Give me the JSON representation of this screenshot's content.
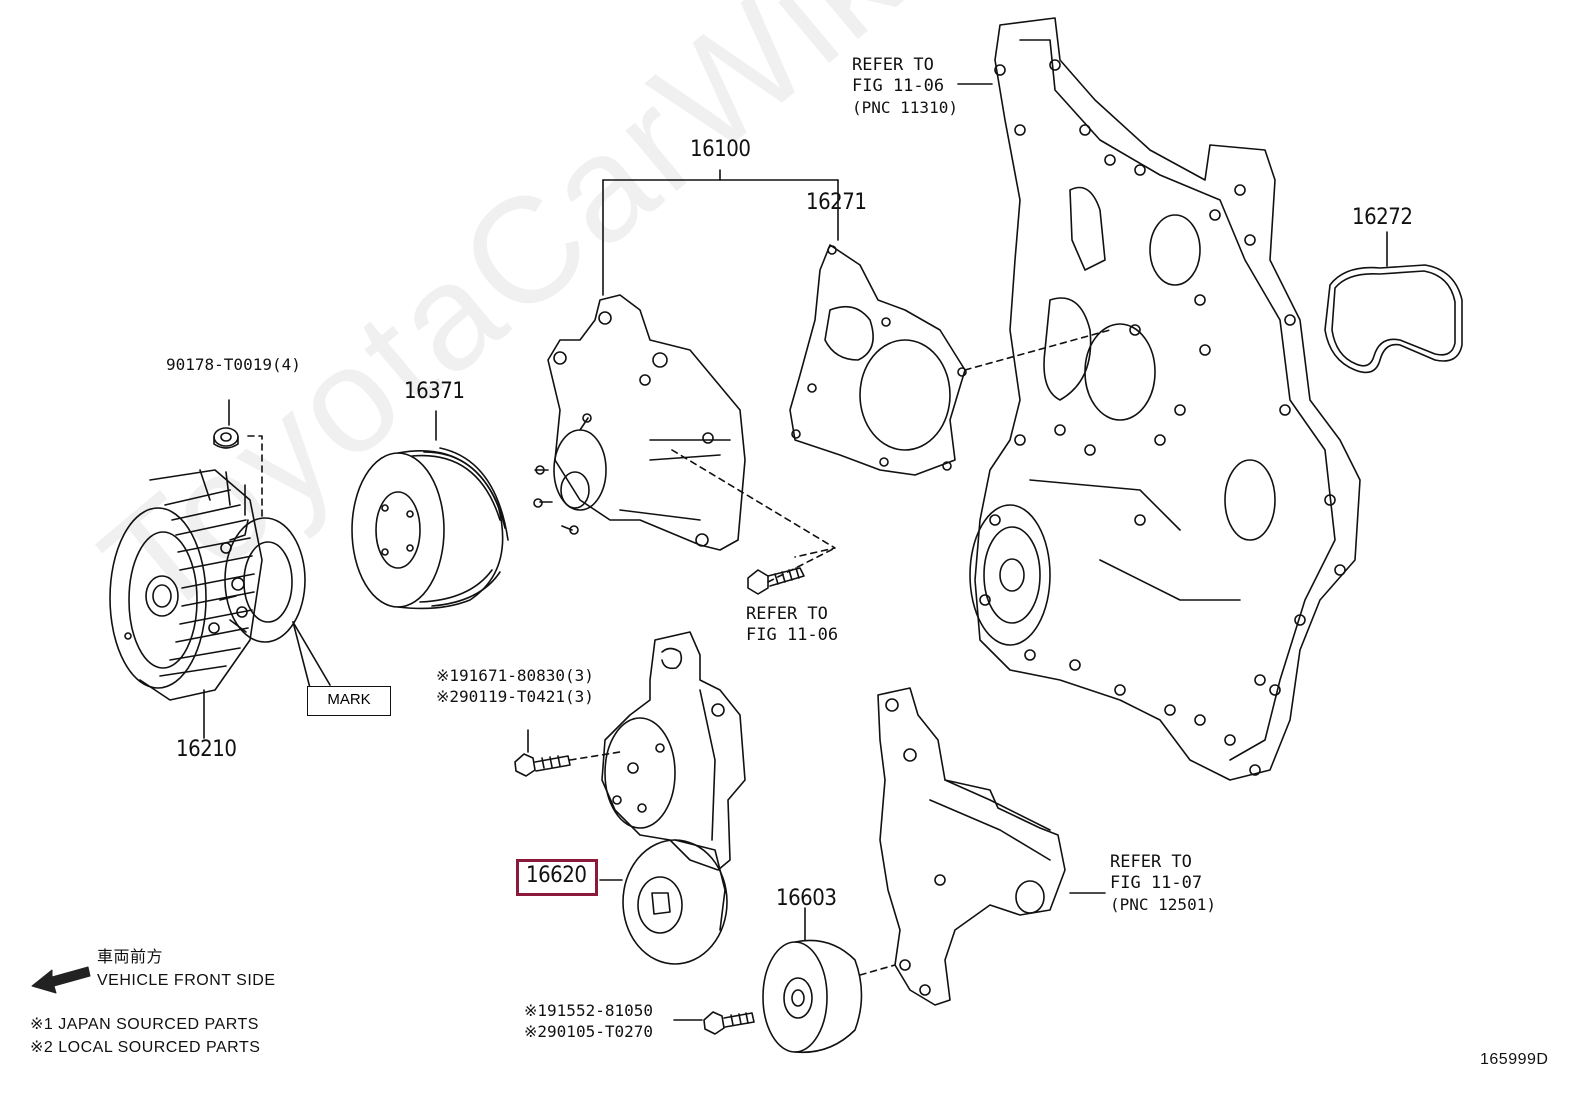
{
  "diagram_id": "165999D",
  "watermark": "ToyotaCarWiki.ru",
  "parts": {
    "p16100": "16100",
    "p16271": "16271",
    "p16272": "16272",
    "p16371": "16371",
    "p16210": "16210",
    "p16620": "16620",
    "p16603": "16603",
    "p90178": "90178-T0019(4)"
  },
  "refs": {
    "top": {
      "line1": "REFER TO",
      "line2": "FIG 11-06",
      "line3": "(PNC 11310)"
    },
    "mid": {
      "line1": "REFER TO",
      "line2": "FIG 11-06"
    },
    "right": {
      "line1": "REFER TO",
      "line2": "FIG 11-07",
      "line3": "(PNC 12501)"
    }
  },
  "bolts": {
    "upper1": "※191671-80830(3)",
    "upper2": "※290119-T0421(3)",
    "lower1": "※191552-81050",
    "lower2": "※290105-T0270"
  },
  "mark_label": "MARK",
  "legend": {
    "front_jp": "車両前方",
    "front_en": "VEHICLE FRONT SIDE",
    "note1": "※1 JAPAN SOURCED PARTS",
    "note2": "※2 LOCAL SOURCED PARTS"
  },
  "colors": {
    "highlight": "#8b1a3a",
    "ink": "#111111"
  }
}
